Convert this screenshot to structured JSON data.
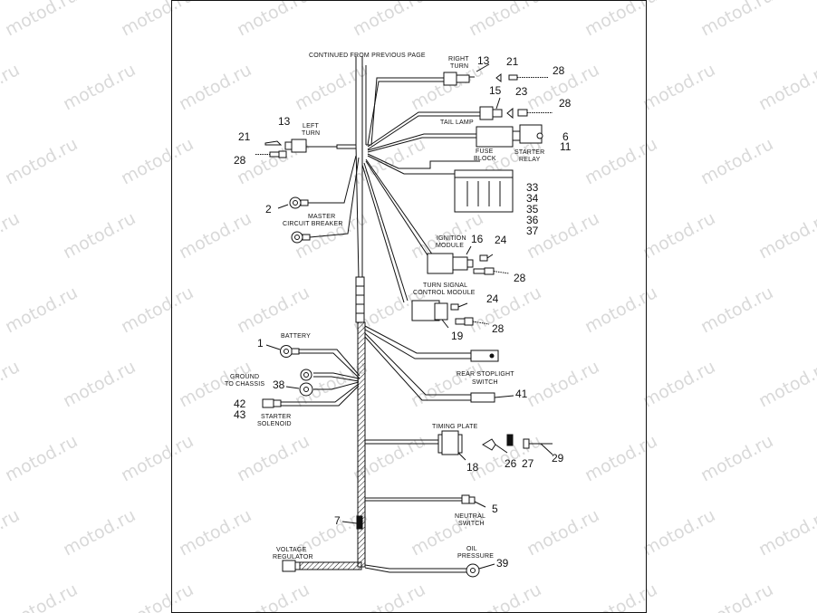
{
  "watermark": "motod.ru",
  "labels": {
    "continued": "CONTINUED FROM PREVIOUS PAGE",
    "right_turn_1": "RIGHT",
    "right_turn_2": "TURN",
    "left_turn_1": "LEFT",
    "left_turn_2": "TURN",
    "tail_lamp": "TAIL LAMP",
    "fuse_block_1": "FUSE",
    "fuse_block_2": "BLOCK",
    "starter_relay_1": "STARTER",
    "starter_relay_2": "RELAY",
    "master_cb_1": "MASTER",
    "master_cb_2": "CIRCUIT BREAKER",
    "ignition_1": "IGNITION",
    "ignition_2": "MODULE",
    "turn_signal_1": "TURN SIGNAL",
    "turn_signal_2": "CONTROL MODULE",
    "battery": "BATTERY",
    "ground_1": "GROUND",
    "ground_2": "TO CHASSIS",
    "starter_sol_1": "STARTER",
    "starter_sol_2": "SOLENOID",
    "rear_stop_1": "REAR STOPLIGHT",
    "rear_stop_2": "SWITCH",
    "timing_plate": "TIMING PLATE",
    "neutral_1": "NEUTRAL",
    "neutral_2": "SWITCH",
    "voltage_1": "VOLTAGE",
    "voltage_2": "REGULATOR",
    "oil_1": "OIL",
    "oil_2": "PRESSURE"
  },
  "callouts": {
    "n13_right": "13",
    "n21_right": "21",
    "n28_right": "28",
    "n15": "15",
    "n23": "23",
    "n28_tail": "28",
    "n6": "6",
    "n11": "11",
    "n13_left": "13",
    "n21_left": "21",
    "n28_left": "28",
    "n33": "33",
    "n34": "34",
    "n35": "35",
    "n36": "36",
    "n37": "37",
    "n2": "2",
    "n16": "16",
    "n24_ign": "24",
    "n28_ign": "28",
    "n24_tsm": "24",
    "n28_tsm": "28",
    "n19": "19",
    "n1": "1",
    "n38": "38",
    "n42": "42",
    "n43": "43",
    "n41": "41",
    "n18": "18",
    "n26": "26",
    "n27": "27",
    "n29": "29",
    "n5": "5",
    "n7": "7",
    "n39": "39"
  }
}
